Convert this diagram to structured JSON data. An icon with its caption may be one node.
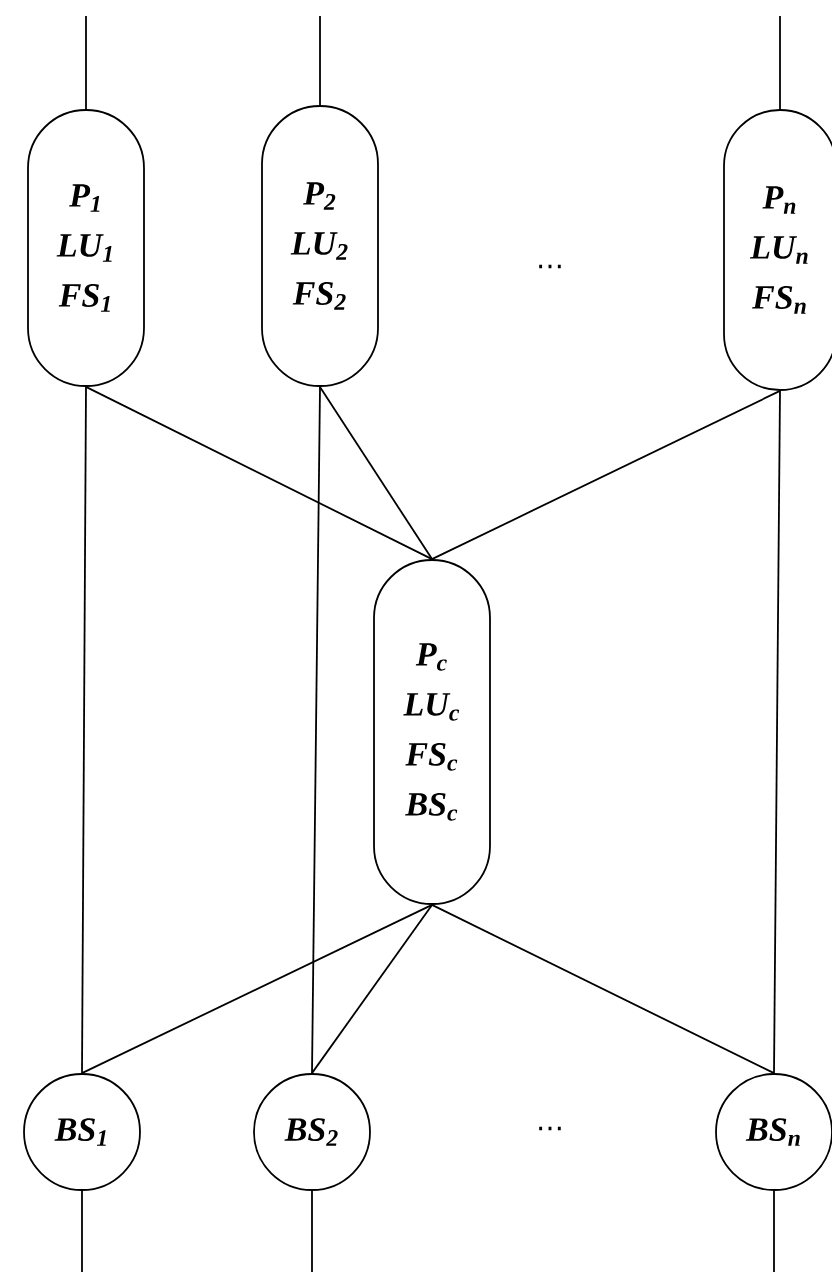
{
  "diagram": {
    "nodes": [
      {
        "text": [
          "P$_{1}$",
          "LU$_{1}$",
          "FS$_{1}$"
        ]
      },
      {
        "text": [
          "P$_{2}$",
          "LU$_{2}$",
          "FS$_{2}$"
        ]
      },
      {
        "text": [
          "P$_{n}$",
          "LU$_{n}$",
          "FS$_{n}$"
        ]
      },
      {
        "text": [
          "P$_{c}$",
          "LU$_{c}$",
          "FS$_{c}$",
          "BS$_{c}$"
        ]
      },
      {
        "text": [
          "BS$_{1}$"
        ]
      },
      {
        "text": [
          "BS$_{2}$"
        ]
      },
      {
        "text": [
          "BS$_{n}$"
        ]
      }
    ],
    "edges": [
      {
        "from": null,
        "to": 0,
        "arrow": "none"
      },
      {
        "from": null,
        "to": 1,
        "arrow": "none"
      },
      {
        "from": null,
        "to": 2,
        "arrow": "none"
      },
      {
        "from": 0,
        "to": 3,
        "arrow": "none"
      },
      {
        "from": 1,
        "to": 3,
        "arrow": "none"
      },
      {
        "from": 2,
        "to": 3,
        "arrow": "none"
      },
      {
        "from": 0,
        "to": 4,
        "arrow": "none"
      },
      {
        "from": 1,
        "to": 5,
        "arrow": "none"
      },
      {
        "from": 2,
        "to": 6,
        "arrow": "none"
      },
      {
        "from": 3,
        "to": 4,
        "arrow": "none"
      },
      {
        "from": 3,
        "to": 5,
        "arrow": "none"
      },
      {
        "from": 3,
        "to": 6,
        "arrow": "none"
      },
      {
        "from": 4,
        "to": null,
        "arrow": "none"
      },
      {
        "from": 5,
        "to": null,
        "arrow": "none"
      },
      {
        "from": 6,
        "to": null,
        "arrow": "none"
      }
    ],
    "labels": [
      "⋯",
      "⋯"
    ]
  }
}
